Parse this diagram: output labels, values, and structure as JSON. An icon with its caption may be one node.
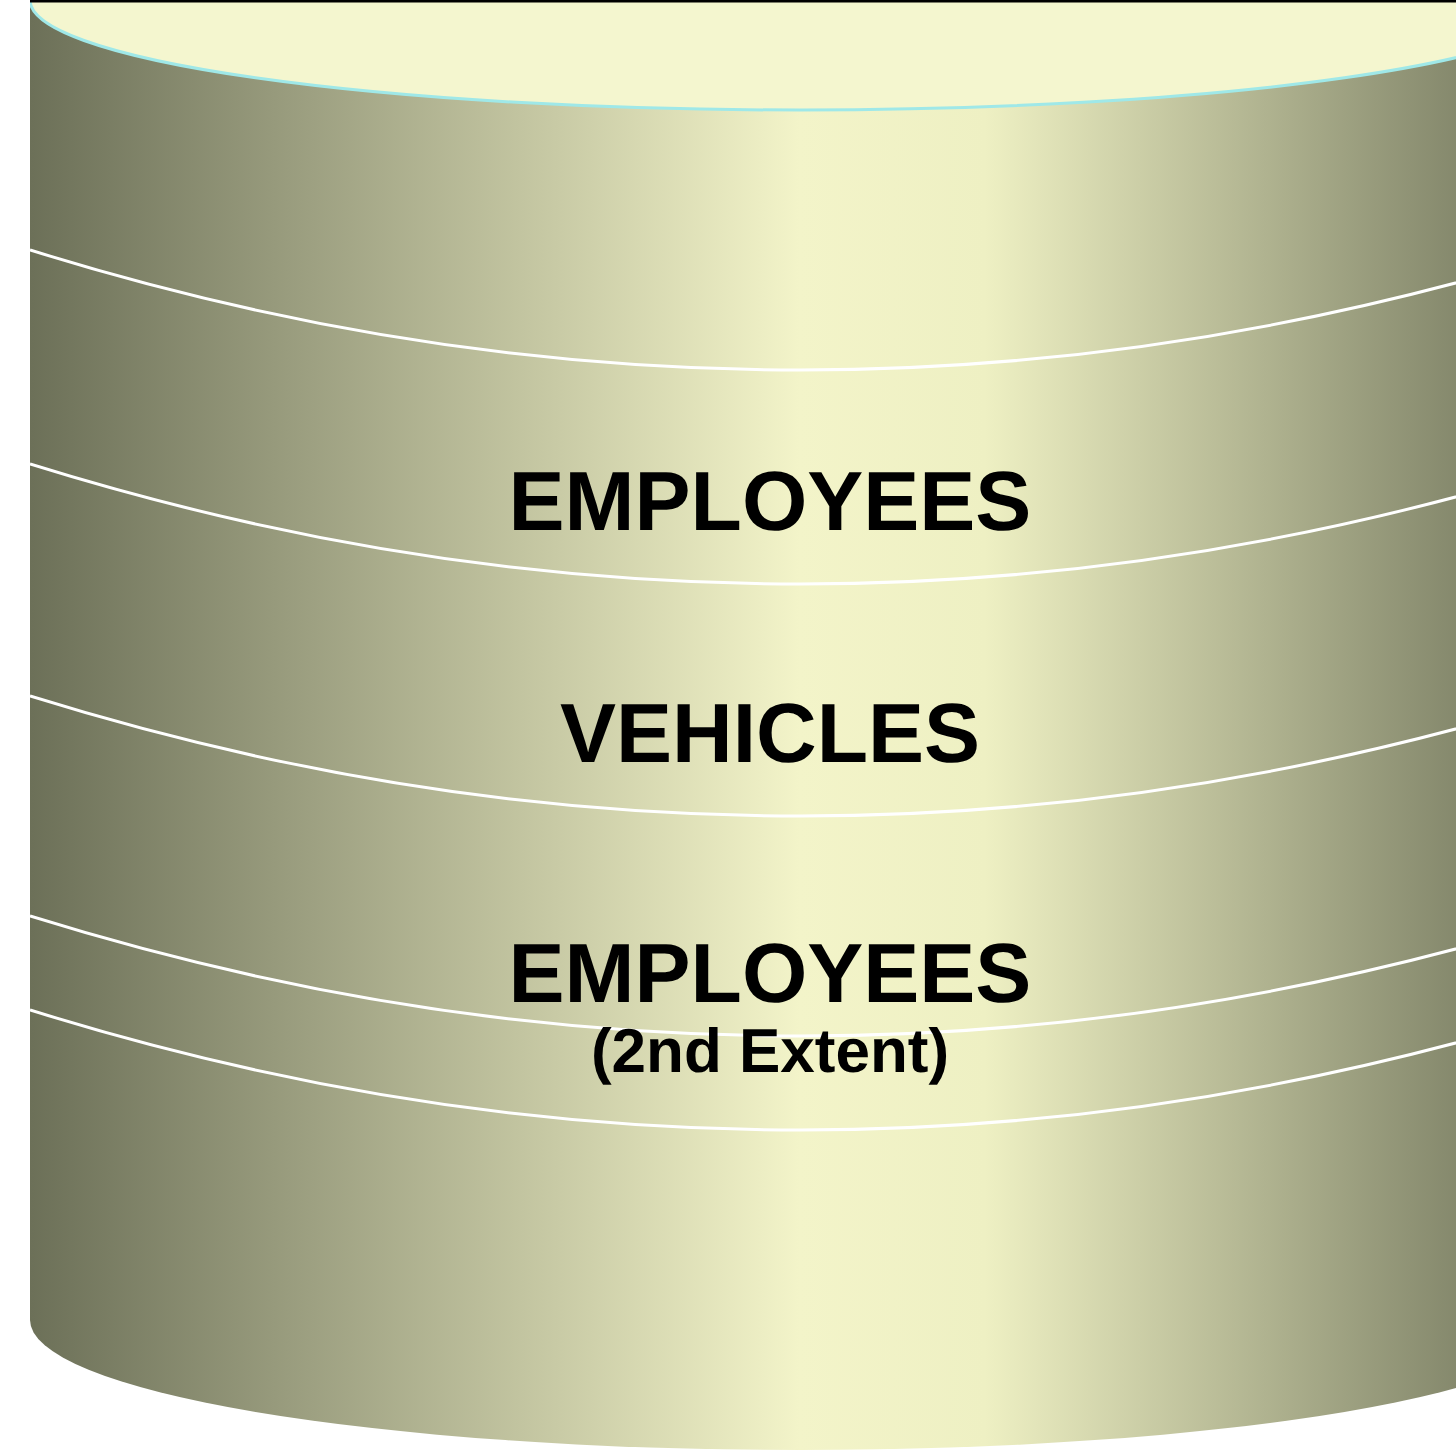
{
  "diagram": {
    "nodes": [
      {
        "text": [],
        "shape": "cylinder"
      },
      {
        "text": [
          "EMPLOYEES"
        ],
        "in": 0
      },
      {
        "text": [
          "VEHICLES"
        ],
        "in": 0
      },
      {
        "text": [
          "EMPLOYEES",
          "(2nd Extent)"
        ],
        "in": 0
      }
    ]
  }
}
